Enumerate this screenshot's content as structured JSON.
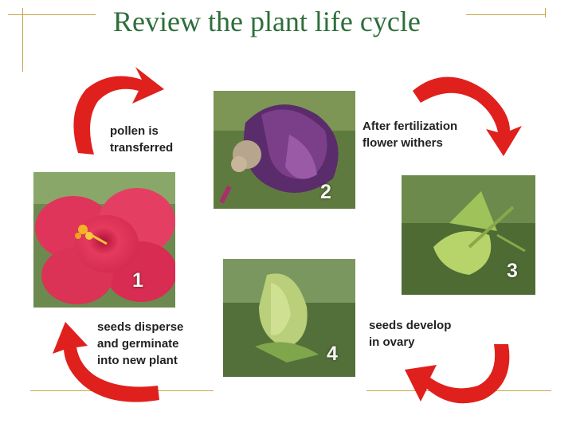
{
  "slide": {
    "title": "Review the plant life cycle",
    "accent_color": "#2e6e3a",
    "rule_color": "#c9a44a",
    "arrow_color": "#e0201c"
  },
  "stages": [
    {
      "number": "1",
      "image": "red-hibiscus-flower",
      "caption_lines": [
        "pollen is",
        "transferred"
      ]
    },
    {
      "number": "2",
      "image": "withered-purple-flower",
      "caption_lines": [
        "After fertilization",
        "flower withers"
      ]
    },
    {
      "number": "3",
      "image": "green-seed-pod-opening",
      "caption_lines": [
        "seeds develop",
        "in ovary"
      ]
    },
    {
      "number": "4",
      "image": "green-seed-pod-closed",
      "caption_lines": [
        "seeds disperse",
        "and germinate",
        "into new plant"
      ]
    }
  ],
  "arrows": [
    "curved-arrow-top-left",
    "curved-arrow-top-right",
    "curved-arrow-bottom-right",
    "curved-arrow-bottom-left"
  ]
}
